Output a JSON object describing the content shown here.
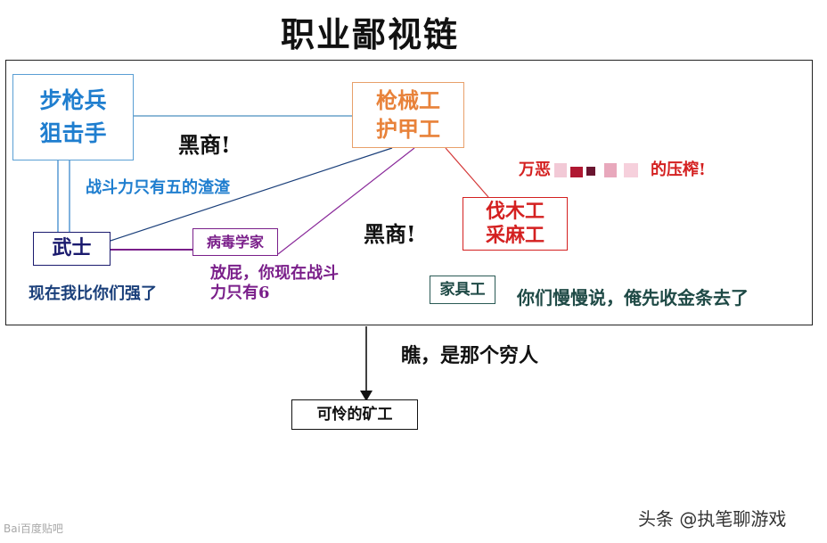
{
  "title": "职业鄙视链",
  "nodes": {
    "infantry": {
      "line1": "步枪兵",
      "line2": "狙击手"
    },
    "gunsmith": {
      "line1": "枪械工",
      "line2": "护甲工"
    },
    "lumber": {
      "line1": "伐木工",
      "line2": "采麻工"
    },
    "samurai": {
      "label": "武士"
    },
    "virologist": {
      "label": "病毒学家"
    },
    "furniture": {
      "label": "家具工"
    },
    "miner": {
      "label": "可怜的矿工"
    }
  },
  "annotations": {
    "black_merchant_1": "黑商!",
    "black_merchant_2": "黑商!",
    "scum": "战斗力只有五的渣渣",
    "exploit_prefix": "万恶",
    "exploit_suffix": "的压榨!",
    "stronger": "现在我比你们强了",
    "retort_1": "放屁，你现在战斗",
    "retort_2": "力只有6",
    "gold": "你们慢慢说，俺先收金条去了",
    "poor": "瞧，是那个穷人"
  },
  "watermark": {
    "left": "Bai百度贴吧",
    "right": "头条 @执笔聊游戏"
  },
  "colors": {
    "blue": "#1f7ecf",
    "orange": "#e8823a",
    "red": "#d42020",
    "navy": "#1a1a6e",
    "purple": "#7a1f8a",
    "teal": "#1f4a46"
  }
}
